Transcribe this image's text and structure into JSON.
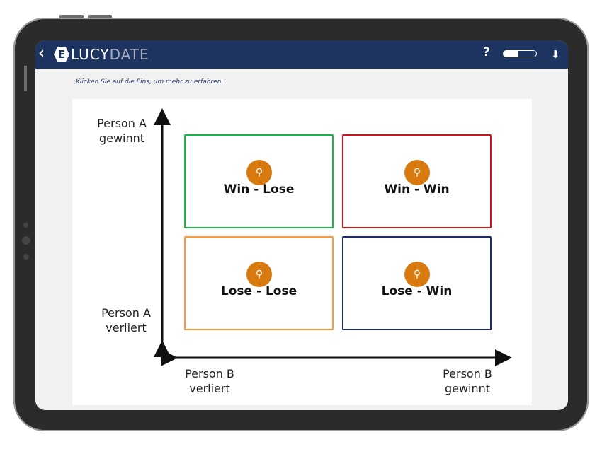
{
  "header": {
    "back": "‹",
    "logo_mark": "E",
    "logo_part1": "LUCY",
    "logo_part2": "DATE",
    "help": "?",
    "progress_percent": 45,
    "download": "⬇"
  },
  "hint": "Klicken Sie auf die Pins, um mehr zu erfahren.",
  "axes": {
    "y_top": "Person A gewinnt",
    "y_bottom": "Person A verliert",
    "x_left": "Person B verliert",
    "x_right": "Person B gewinnt"
  },
  "quadrants": [
    {
      "label": "Win - Lose",
      "color": "#1db34a"
    },
    {
      "label": "Win - Win",
      "color": "#c8161d"
    },
    {
      "label": "Lose - Lose",
      "color": "#f59a45"
    },
    {
      "label": "Lose - Win",
      "color": "#1d2a6b"
    }
  ],
  "pin_icon": "⚲"
}
